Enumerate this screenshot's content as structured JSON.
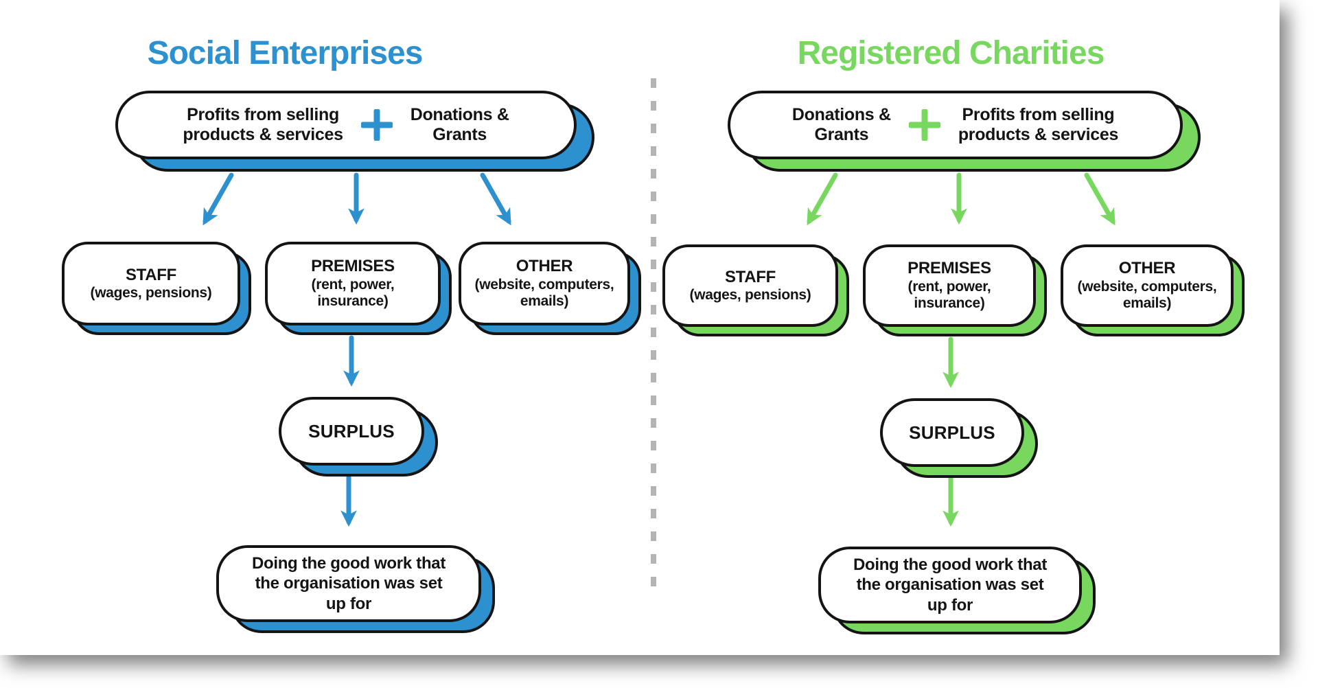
{
  "canvas": {
    "background": "#ffffff",
    "divider_color": "#b4b4b4",
    "outline_color": "#141414"
  },
  "columns": {
    "left": {
      "title": "Social Enterprises",
      "accent": "#2d90cf",
      "top_box": {
        "a1": "Profits from selling",
        "a2": "products & services",
        "plus": "+",
        "b1": "Donations &",
        "b2": "Grants"
      },
      "staff": {
        "name": "STAFF",
        "detail": "(wages, pensions)"
      },
      "premises": {
        "name": "PREMISES",
        "detail1": "(rent, power,",
        "detail2": "insurance)"
      },
      "other": {
        "name": "OTHER",
        "detail1": "(website, computers,",
        "detail2": "emails)"
      },
      "surplus": "SURPLUS",
      "outcome": {
        "l1": "Doing the good work that",
        "l2": "the organisation was set",
        "l3": "up for"
      }
    },
    "right": {
      "title": "Registered Charities",
      "accent": "#78d75f",
      "top_box": {
        "a1": "Donations &",
        "a2": "Grants",
        "plus": "+",
        "b1": "Profits from selling",
        "b2": "products & services"
      },
      "staff": {
        "name": "STAFF",
        "detail": "(wages, pensions)"
      },
      "premises": {
        "name": "PREMISES",
        "detail1": "(rent, power,",
        "detail2": "insurance)"
      },
      "other": {
        "name": "OTHER",
        "detail1": "(website, computers,",
        "detail2": "emails)"
      },
      "surplus": "SURPLUS",
      "outcome": {
        "l1": "Doing the good work that",
        "l2": "the organisation was set",
        "l3": "up for"
      }
    }
  }
}
